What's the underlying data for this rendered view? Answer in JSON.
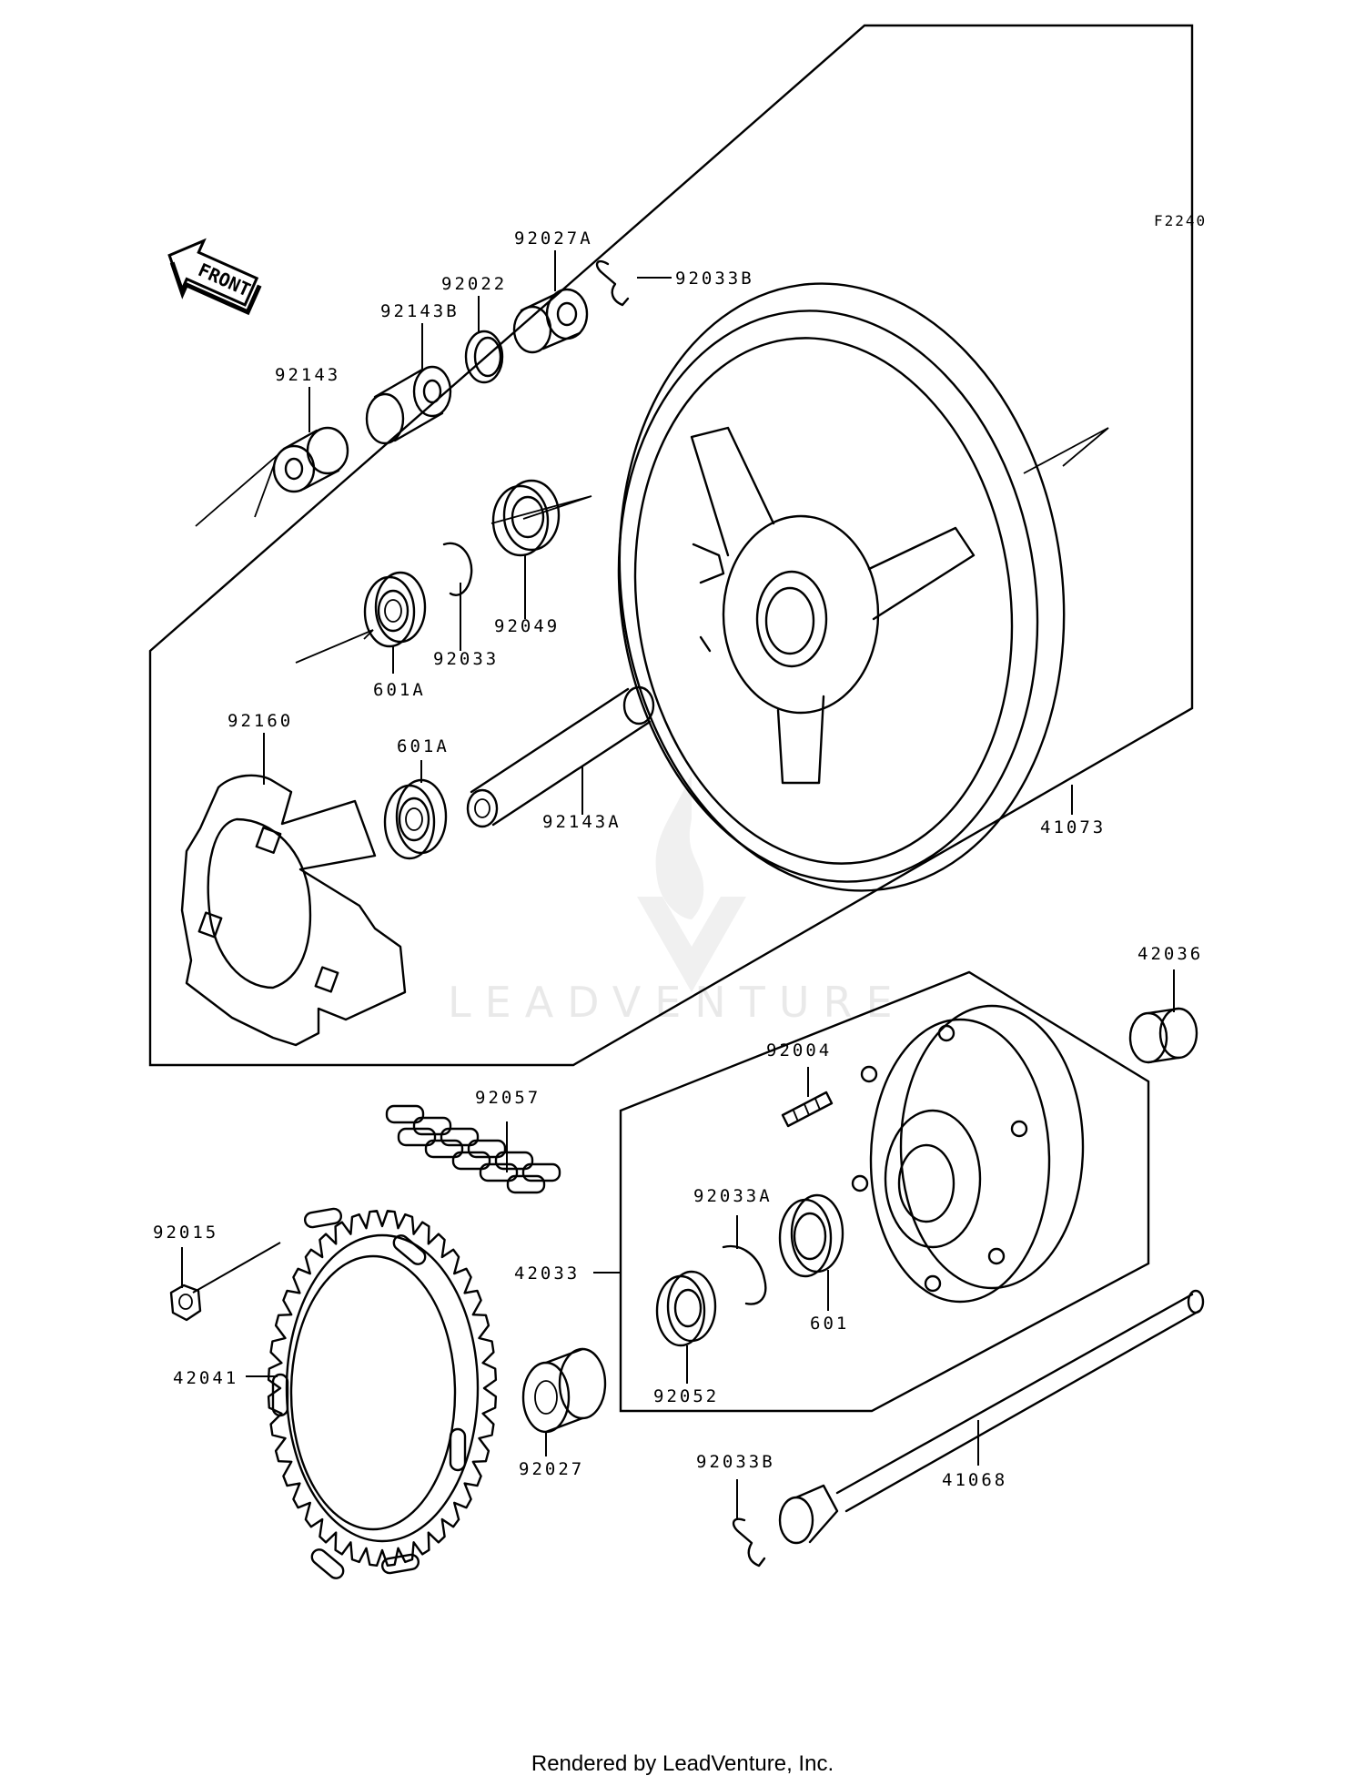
{
  "diagram_code": "F2240",
  "front_label": "FRONT",
  "watermark": "LEADVENTURE",
  "footer": "Rendered by LeadVenture, Inc.",
  "labels": {
    "p92027A": "92027A",
    "p92033B_top": "92033B",
    "p92022": "92022",
    "p92143B": "92143B",
    "p92143": "92143",
    "p92049": "92049",
    "p92033": "92033",
    "p601A_top": "601A",
    "p92160": "92160",
    "p601A_mid": "601A",
    "p92143A": "92143A",
    "p41073": "41073",
    "p42036": "42036",
    "p92004": "92004",
    "p92057": "92057",
    "p92033A": "92033A",
    "p92015": "92015",
    "p42033": "42033",
    "p601": "601",
    "p42041": "42041",
    "p92052": "92052",
    "p92027": "92027",
    "p92033B_bot": "92033B",
    "p41068": "41068"
  }
}
